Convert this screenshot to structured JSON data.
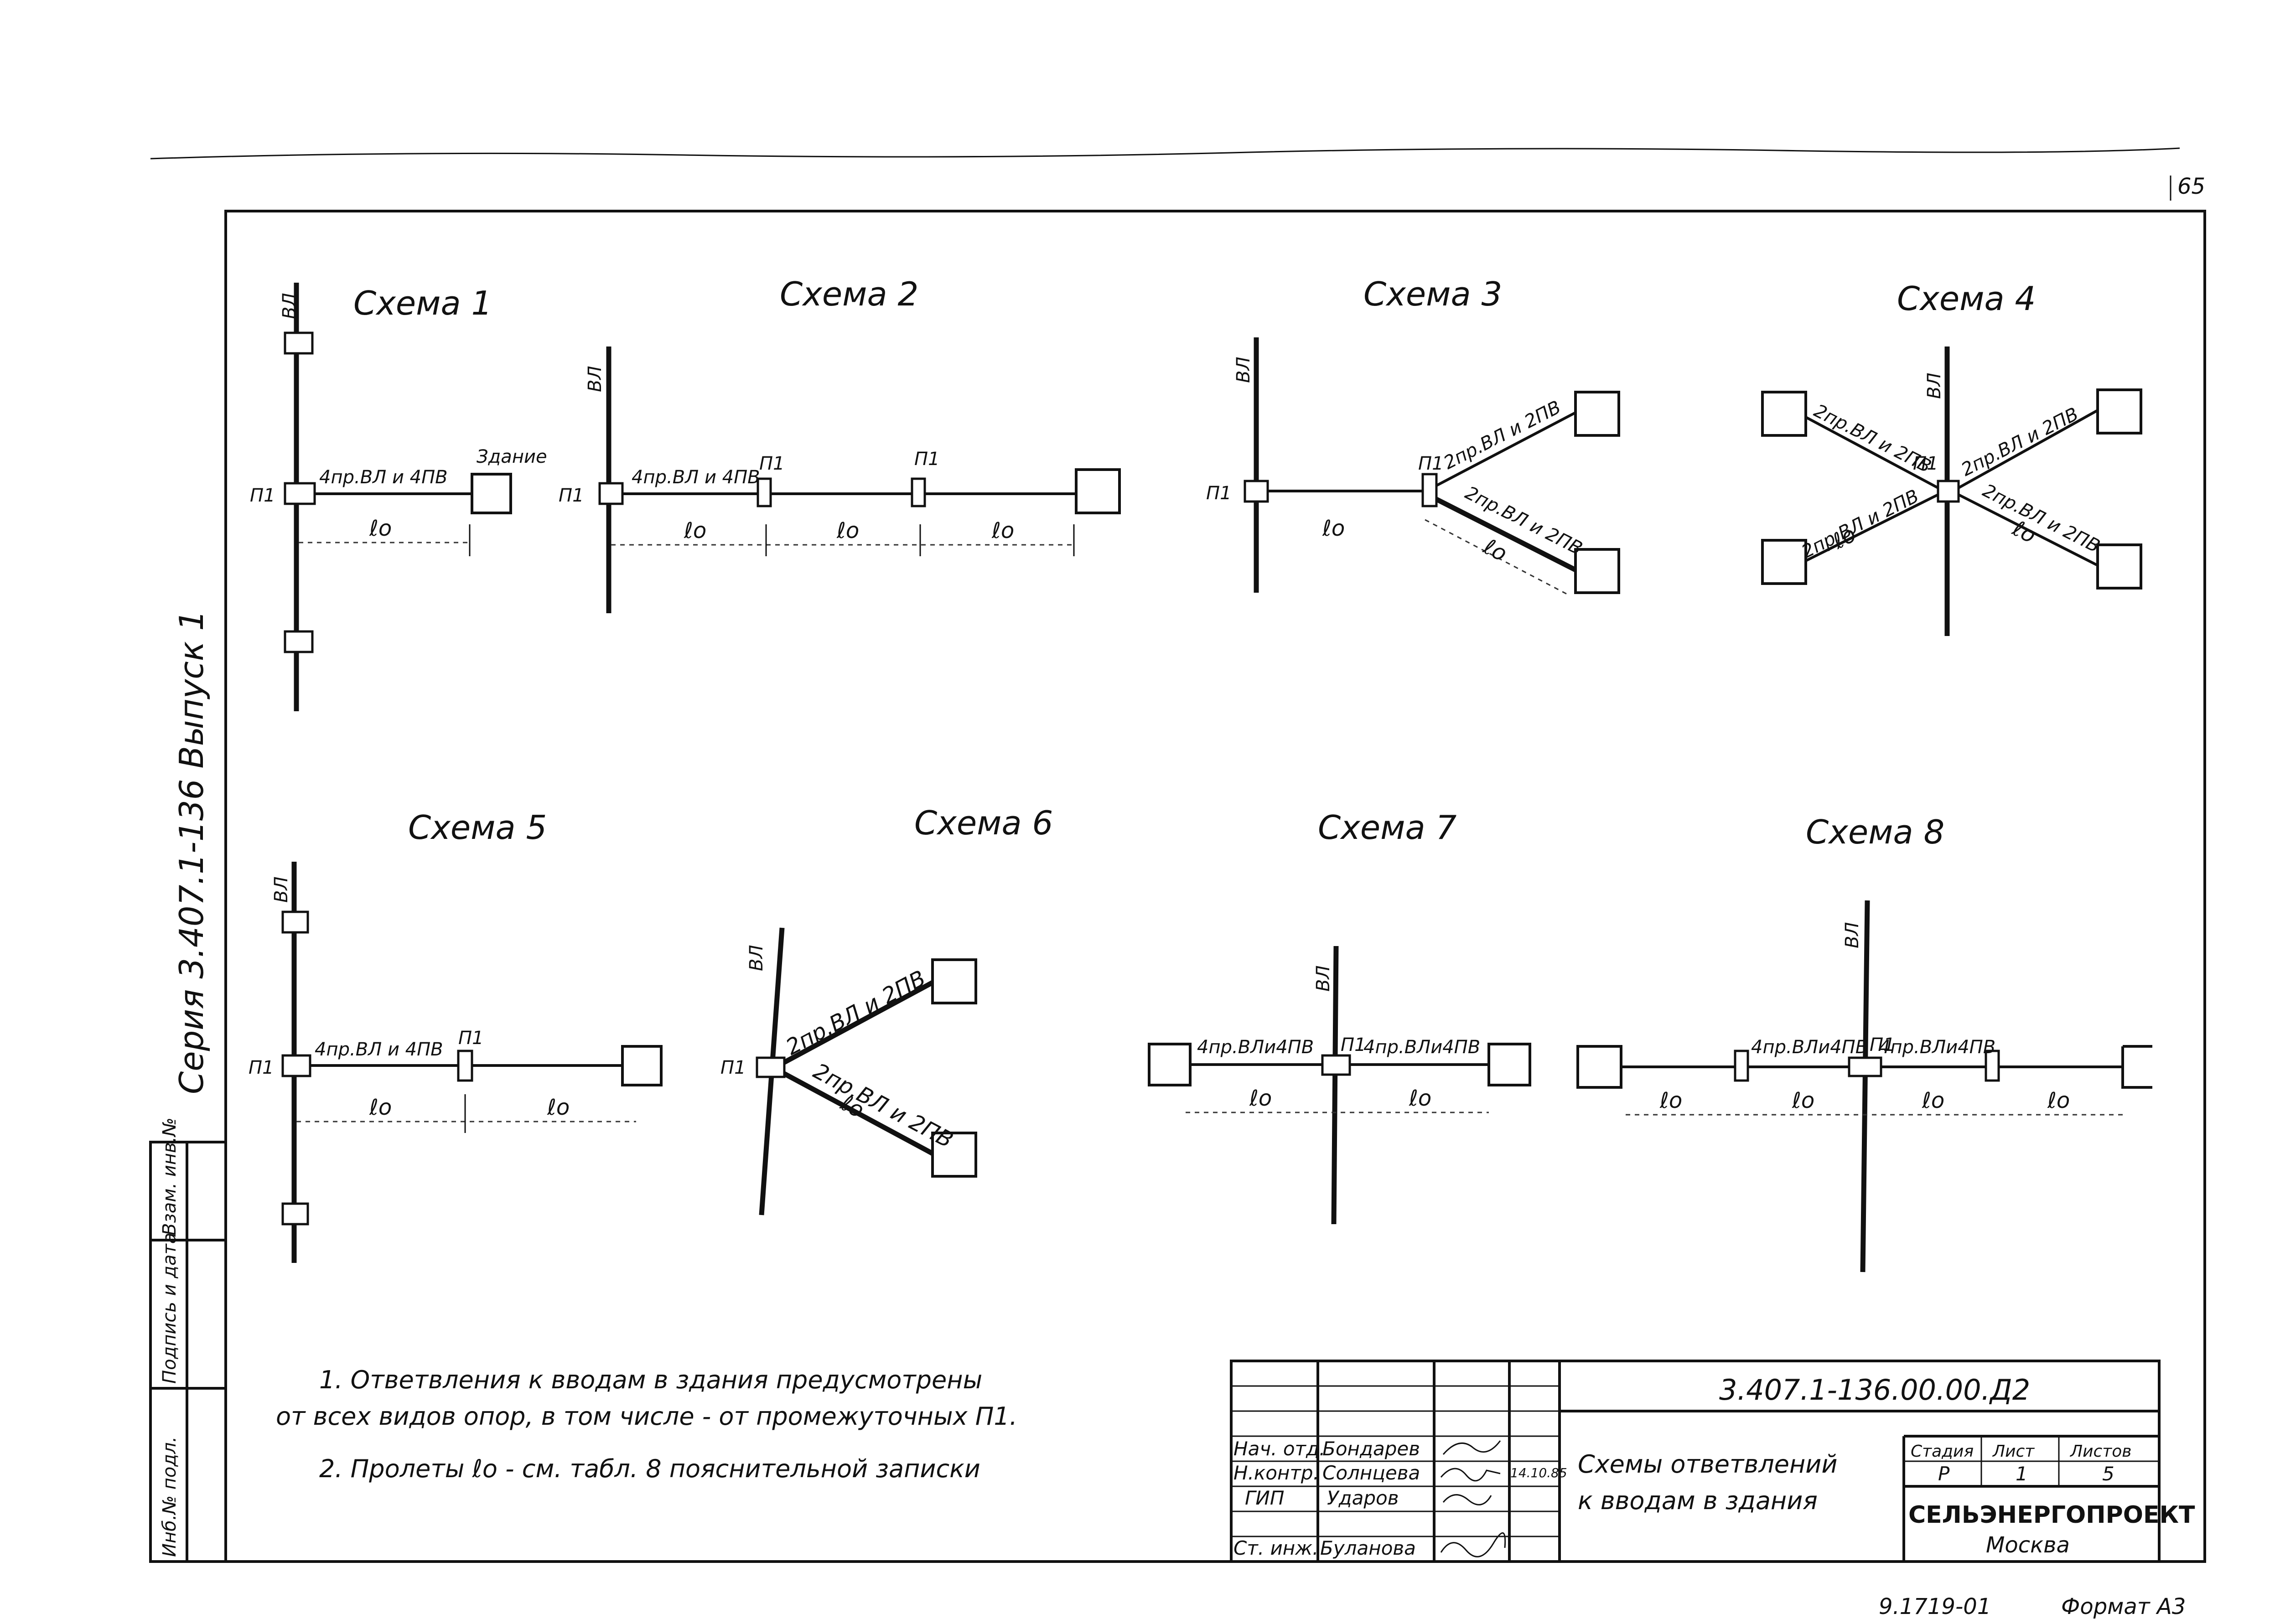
{
  "page": {
    "number": "65",
    "series_side_label": "Серия 3.407.1-136 Выпуск 1",
    "bottom_right": "Формат А3",
    "bottom_code": "9.1719-01"
  },
  "left_strip": {
    "inv_orig": "Инб.№ подл.",
    "sign_date": "Подпись и дата",
    "inv_replace": "Взам. инв.№"
  },
  "labels": {
    "vl": "ВЛ",
    "p1": "П1",
    "lo": "ℓо",
    "building": "Здание",
    "wire_4_4": "4пр.ВЛ и 4ПВ",
    "wire_4_4b": "4пр.ВЛи4ПВ",
    "wire_2_2": "2пр.ВЛ и 2ПВ"
  },
  "schemes": {
    "s1": "Схема 1",
    "s2": "Схема 2",
    "s3": "Схема 3",
    "s4": "Схема 4",
    "s5": "Схема 5",
    "s6": "Схема 6",
    "s7": "Схема 7",
    "s8": "Схема 8"
  },
  "notes": {
    "n1a": "1. Ответвления к вводам в здания предусмотрены",
    "n1b": "от всех видов опор, в том числе - от промежуточных П1.",
    "n2": "2. Пролеты ℓо - см. табл. 8 пояснительной записки"
  },
  "title_block": {
    "doc_code": "3.407.1-136.00.00.Д2",
    "title_line1": "Схемы ответвлений",
    "title_line2": "к вводам в здания",
    "stage_hdr": "Стадия",
    "sheet_hdr": "Лист",
    "sheets_hdr": "Листов",
    "stage": "Р",
    "sheet": "1",
    "sheets": "5",
    "org": "СЕЛЬЭНЕРГОПРОЕКТ",
    "city": "Москва",
    "roles": [
      "Нач. отд.",
      "Н.контр.",
      "ГИП",
      "Ст. инж."
    ],
    "names": [
      "Бондарев",
      "Солнцева",
      "Ударов",
      "Буланова"
    ],
    "date": "14.10.85"
  }
}
